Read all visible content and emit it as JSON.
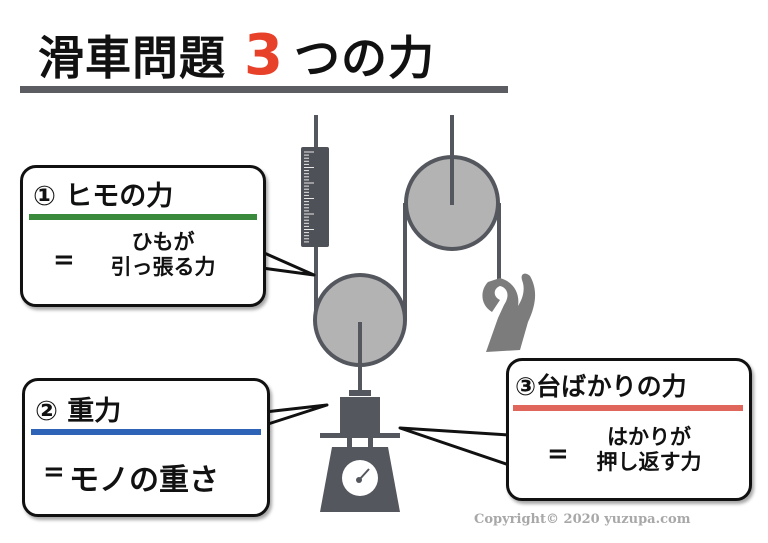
{
  "title": {
    "prefix": "滑車問題",
    "number": "3",
    "suffix": "つの力"
  },
  "callouts": [
    {
      "heading": "① ヒモの力",
      "equals": "=",
      "desc_line1": "ひもが",
      "desc_line2": "引っ張る力",
      "color": "#3a8a3c"
    },
    {
      "heading": "② 重力",
      "equals": "=",
      "desc": "モノの重さ",
      "color": "#2f63b8"
    },
    {
      "heading": "③台ばかりの力",
      "equals": "=",
      "desc_line1": "はかりが",
      "desc_line2": "押し返す力",
      "color": "#e0655a"
    }
  ],
  "copyright": "Copyright© 2020 yuzupa.com",
  "icons": [
    "spring-scale-icon",
    "pulley-icon",
    "hand-icon",
    "weight-icon",
    "kitchen-scale-icon"
  ]
}
